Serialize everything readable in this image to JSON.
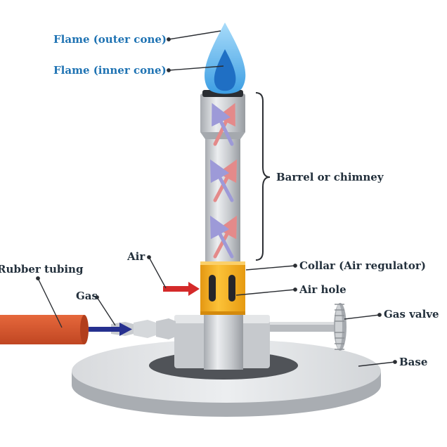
{
  "labels": {
    "flame_outer": "Flame (outer cone)",
    "flame_inner": "Flame (inner cone)",
    "barrel": "Barrel or chimney",
    "air": "Air",
    "collar": "Collar (Air regulator)",
    "air_hole": "Air hole",
    "gas": "Gas",
    "rubber_tubing": "Rubber tubing",
    "gas_valve": "Gas valve",
    "base": "Base"
  },
  "colors": {
    "label_flame": "#1f73b3",
    "label_parts": "#23303c",
    "flame_outer": "#5fb6ec",
    "flame_inner": "#1f6fc4",
    "collar": "#f2a716",
    "tubing": "#d8552e",
    "air_arrow": "#d42a2a",
    "gas_arrow": "#26308f",
    "metal": "#c9ccd0"
  }
}
